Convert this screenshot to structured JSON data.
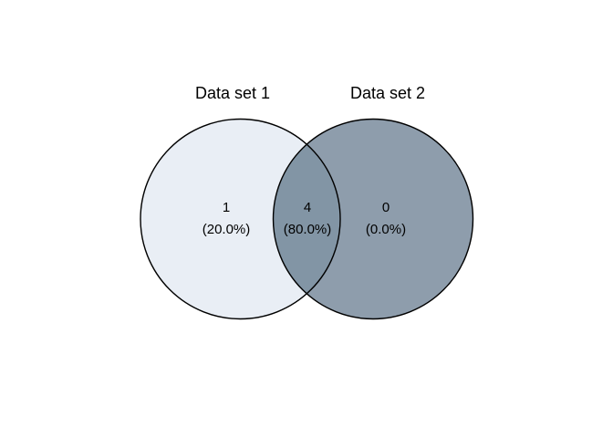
{
  "page": {
    "background": "#ffffff"
  },
  "venn": {
    "sets": [
      {
        "label": "Data set 1",
        "fill": "#e9eef5"
      },
      {
        "label": "Data set 2",
        "fill": "#8e9dac"
      }
    ],
    "overlap_fill": "#8295a5",
    "outline_color": "#000000",
    "text_color": "#000000",
    "regions": {
      "set1_only": {
        "count": "1",
        "percent": "(20.0%)"
      },
      "overlap": {
        "count": "4",
        "percent": "(80.0%)"
      },
      "set2_only": {
        "count": "0",
        "percent": "(0.0%)"
      }
    }
  },
  "chart_data": {
    "type": "venn",
    "sets": [
      "Data set 1",
      "Data set 2"
    ],
    "regions": [
      {
        "region": "Data set 1 only",
        "count": 1,
        "percent": 20.0
      },
      {
        "region": "intersection",
        "count": 4,
        "percent": 80.0
      },
      {
        "region": "Data set 2 only",
        "count": 0,
        "percent": 0.0
      }
    ],
    "total": 5,
    "title": "",
    "legend_position": "none"
  }
}
